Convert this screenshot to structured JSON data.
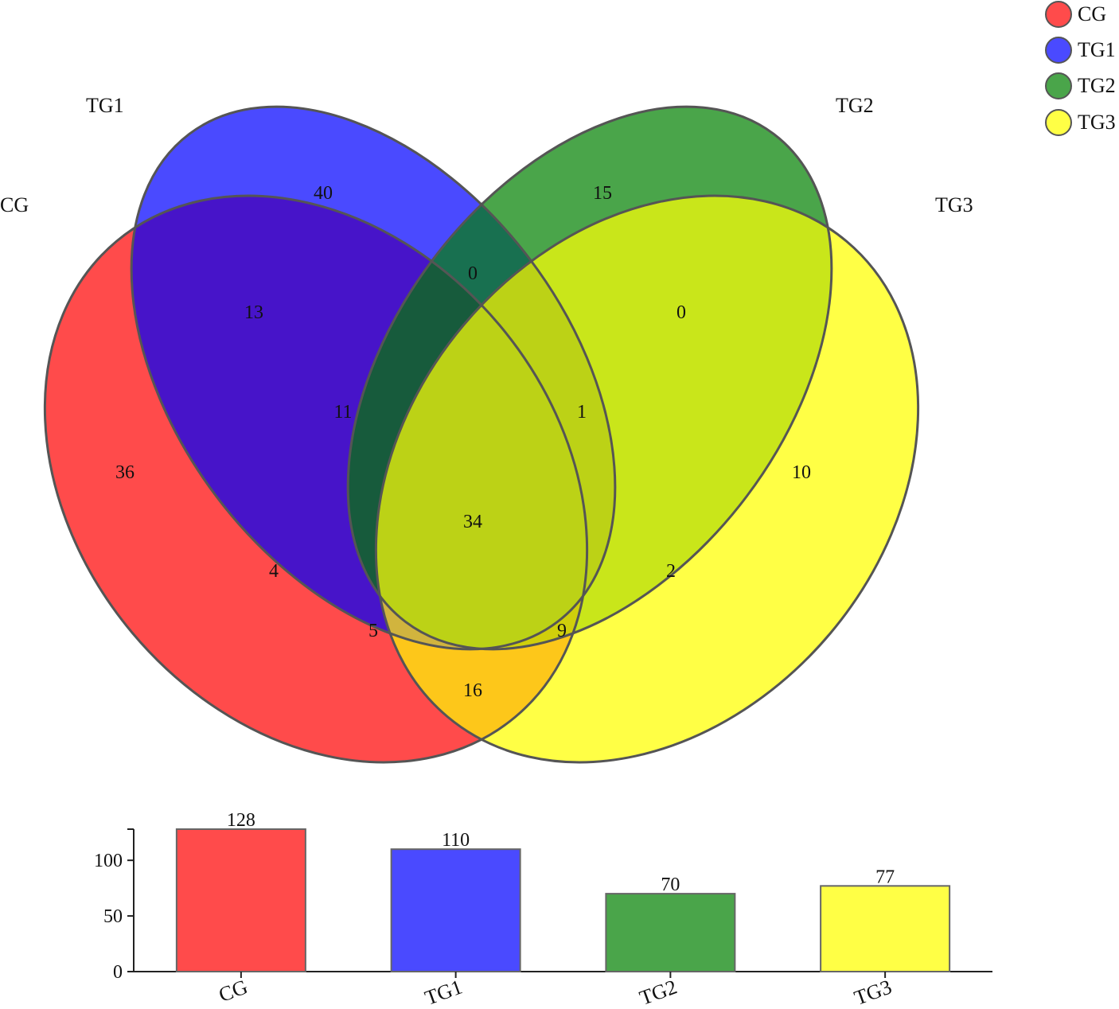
{
  "venn": {
    "sets": [
      {
        "key": "CG",
        "label": "CG",
        "color": "#ff4b4b"
      },
      {
        "key": "TG1",
        "label": "TG1",
        "color": "#4a4aff"
      },
      {
        "key": "TG2",
        "label": "TG2",
        "color": "#4aa54a"
      },
      {
        "key": "TG3",
        "label": "TG3",
        "color": "#ffff45"
      }
    ],
    "regions": {
      "CG": "36",
      "TG1": "40",
      "TG2": "15",
      "TG3": "10",
      "CG_TG1": "13",
      "TG1_TG2": "0",
      "TG2_TG3": "0",
      "CG_TG2": "4",
      "TG1_TG3": "2",
      "CG_TG3": "16",
      "CG_TG1_TG2": "11",
      "TG1_TG2_TG3": "1",
      "CG_TG2_TG3": "5",
      "CG_TG1_TG3": "9",
      "ALL": "34"
    }
  },
  "legend": {
    "items": [
      {
        "label": "CG",
        "color": "#ff4b4b"
      },
      {
        "label": "TG1",
        "color": "#4a4aff"
      },
      {
        "label": "TG2",
        "color": "#4aa54a"
      },
      {
        "label": "TG3",
        "color": "#ffff45"
      }
    ]
  },
  "chart_data": {
    "type": "bar",
    "categories": [
      "CG",
      "TG1",
      "TG2",
      "TG3"
    ],
    "values": [
      128,
      110,
      70,
      77
    ],
    "value_labels": [
      "128",
      "110",
      "70",
      "77"
    ],
    "colors": [
      "#ff4b4b",
      "#4a4aff",
      "#4aa54a",
      "#ffff45"
    ],
    "yticks": [
      "0",
      "50",
      "100"
    ],
    "ylim": [
      0,
      128
    ],
    "title": "",
    "xlabel": "",
    "ylabel": ""
  }
}
